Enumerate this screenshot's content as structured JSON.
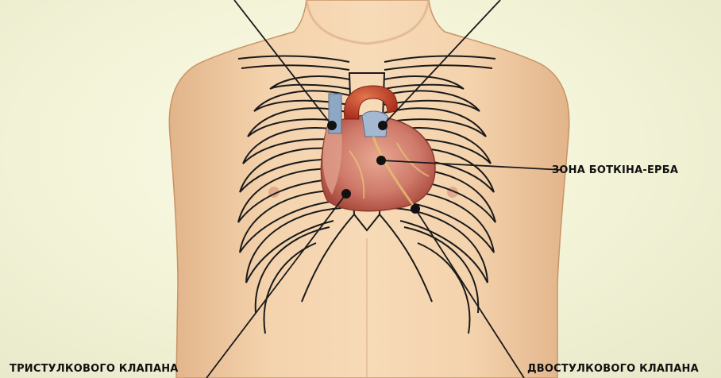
{
  "labels": {
    "erb_point": "ЗОНА БОТКІНА-ЕРБА",
    "tricuspid": "ТРИСТУЛКОВОГО КЛАПАНА",
    "bicuspid": "ДВОСТУЛКОВОГО КЛАПАНА"
  },
  "colors": {
    "skin": "#f2cfa6",
    "skin_shade": "#d9a97c",
    "heart": "#c84e40",
    "aorta": "#b83822",
    "vessel_blue": "#8aa3c0",
    "outline": "#1a1a1a",
    "background": "#f4f4dc"
  }
}
